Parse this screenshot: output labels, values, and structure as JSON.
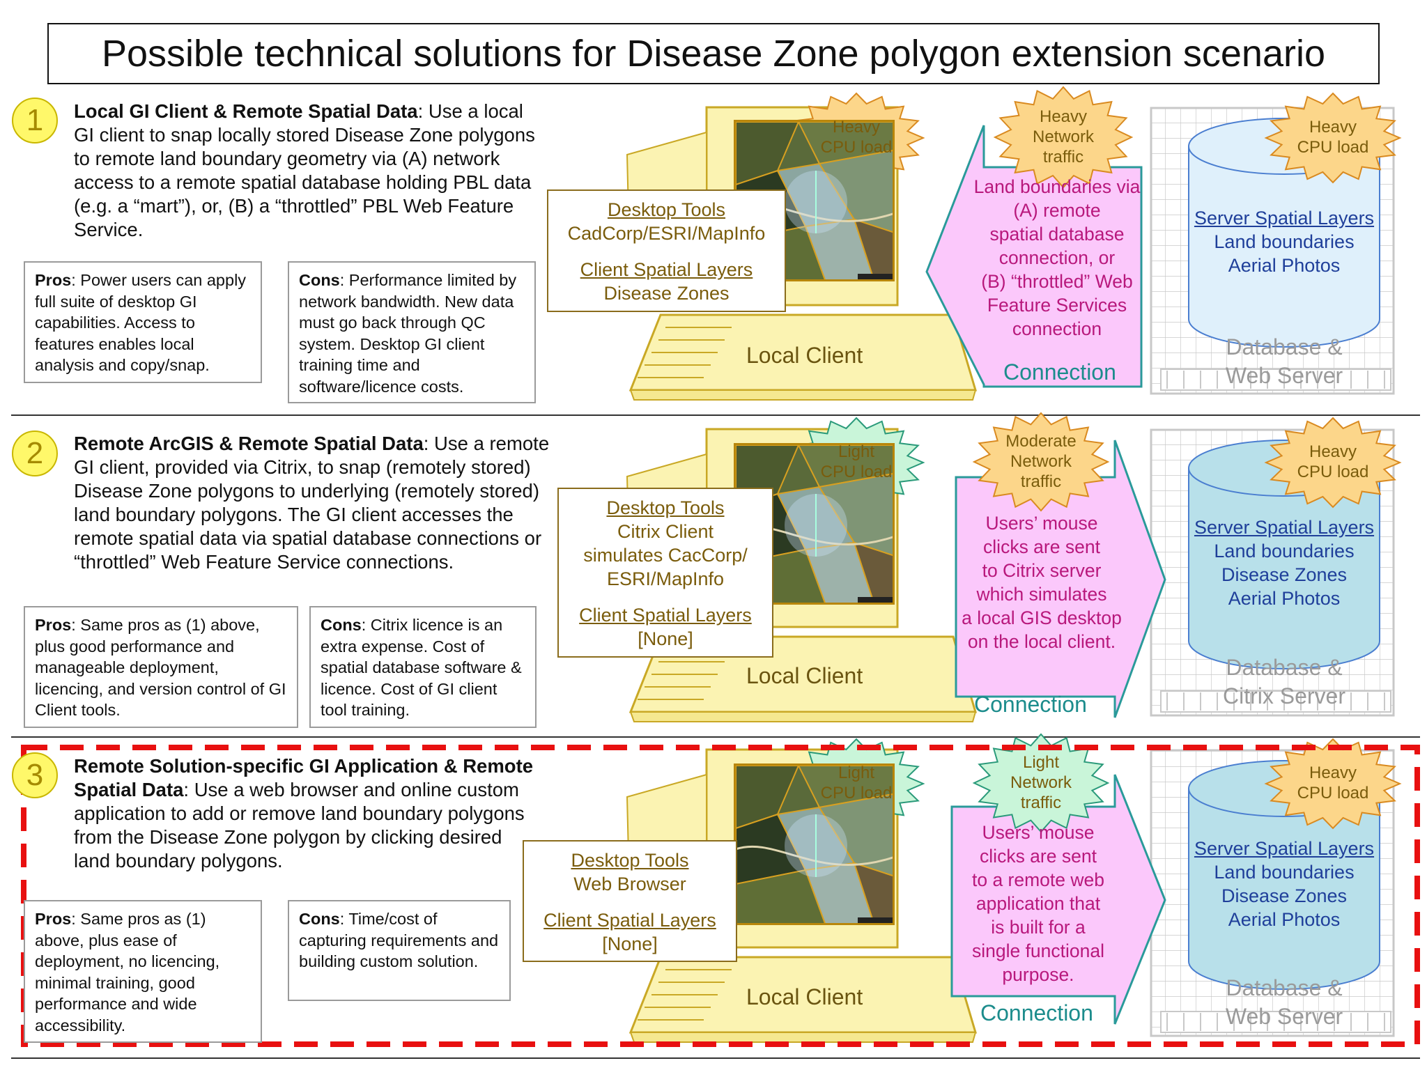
{
  "title": "Possible technical solutions for Disease Zone polygon extension scenario",
  "colors": {
    "number_circle": "#fff86a",
    "pink_arrow": "#fbc8fb",
    "pink_text": "#b8187c",
    "heavy_burst": "#fcd68a",
    "light_burst": "#c9f5d9",
    "connection_text": "#1c8c8c",
    "server_text": "#1f3f9a",
    "red_highlight": "#e81010"
  },
  "scenarios": [
    {
      "number": "1",
      "heading": "Local GI Client & Remote Spatial Data",
      "body": ": Use a local GI client to snap locally stored Disease Zone polygons to remote land boundary geometry via (A) network access to a remote spatial database holding PBL data (e.g. a “mart”), or, (B) a “throttled” PBL Web Feature Service.",
      "pros_label": "Pros",
      "pros": ": Power users can apply full suite of desktop GI capabilities. Access to features enables local analysis and copy/snap.",
      "cons_label": "Cons",
      "cons": ": Performance limited by network bandwidth. New data must go back through QC system. Desktop GI client training time and software/licence costs.",
      "tools_heading": "Desktop Tools",
      "tools_lines": [
        "CadCorp/ESRI/MapInfo"
      ],
      "layers_heading": "Client Spatial Layers",
      "layers_lines": [
        "Disease Zones"
      ],
      "client_burst": [
        "Heavy",
        "CPU load"
      ],
      "client_label": "Local Client",
      "network_burst": [
        "Heavy",
        "Network",
        "traffic"
      ],
      "arrow_text": [
        "Land boundaries via",
        "(A) remote",
        "spatial database",
        "connection, or",
        "(B) “throttled” Web",
        "Feature Services",
        "connection"
      ],
      "connection_label": "Connection",
      "server_burst": [
        "Heavy",
        "CPU load"
      ],
      "server_heading": "Server Spatial Layers",
      "server_lines": [
        "Land boundaries",
        "Aerial Photos"
      ],
      "db_label": [
        "Database &",
        "Web Server"
      ]
    },
    {
      "number": "2",
      "heading": "Remote ArcGIS & Remote Spatial Data",
      "body": ": Use a remote GI client, provided via Citrix, to snap (remotely stored) Disease Zone polygons to underlying (remotely stored) land boundary polygons. The GI client accesses the remote spatial data via spatial database connections or “throttled” Web Feature Service connections.",
      "pros_label": "Pros",
      "pros": ": Same pros as (1) above, plus good performance and manageable deployment, licencing, and version control of GI Client tools.",
      "cons_label": "Cons",
      "cons": ": Citrix licence is an extra expense. Cost of spatial database software & licence. Cost of GI client tool training.",
      "tools_heading": "Desktop Tools",
      "tools_lines": [
        "Citrix Client",
        "simulates CacCorp/",
        "ESRI/MapInfo"
      ],
      "layers_heading": "Client Spatial Layers",
      "layers_lines": [
        "[None]"
      ],
      "client_burst": [
        "Light",
        "CPU load"
      ],
      "client_label": "Local Client",
      "network_burst": [
        "Moderate",
        "Network",
        "traffic"
      ],
      "arrow_text": [
        "Users’ mouse",
        "clicks are sent",
        "to Citrix server",
        "which simulates",
        "a local GIS desktop",
        "on the local client."
      ],
      "connection_label": "Connection",
      "server_burst": [
        "Heavy",
        "CPU load"
      ],
      "server_heading": "Server Spatial Layers",
      "server_lines": [
        "Land boundaries",
        "Disease Zones",
        "Aerial Photos"
      ],
      "db_label": [
        "Database &",
        "Citrix Server"
      ]
    },
    {
      "number": "3",
      "heading": "Remote Solution-specific GI Application & Remote Spatial Data",
      "body": ": Use a web browser and online custom application to add or remove land boundary polygons from the Disease Zone polygon by clicking desired land boundary polygons.",
      "pros_label": "Pros",
      "pros": ": Same pros as (1) above, plus ease of deployment, no licencing, minimal training, good performance and wide accessibility.",
      "cons_label": "Cons",
      "cons": ": Time/cost of capturing requirements and building custom solution.",
      "tools_heading": "Desktop Tools",
      "tools_lines": [
        "Web Browser"
      ],
      "layers_heading": "Client Spatial Layers",
      "layers_lines": [
        "[None]"
      ],
      "client_burst": [
        "Light",
        "CPU load"
      ],
      "client_label": "Local Client",
      "network_burst": [
        "Light",
        "Network",
        "traffic"
      ],
      "arrow_text": [
        "Users’ mouse",
        "clicks are sent",
        "to a remote web",
        "application that",
        "is built for a",
        "single functional",
        "purpose."
      ],
      "connection_label": "Connection",
      "server_burst": [
        "Heavy",
        "CPU load"
      ],
      "server_heading": "Server Spatial Layers",
      "server_lines": [
        "Land boundaries",
        "Disease Zones",
        "Aerial Photos"
      ],
      "db_label": [
        "Database &",
        "Web Server"
      ]
    }
  ]
}
